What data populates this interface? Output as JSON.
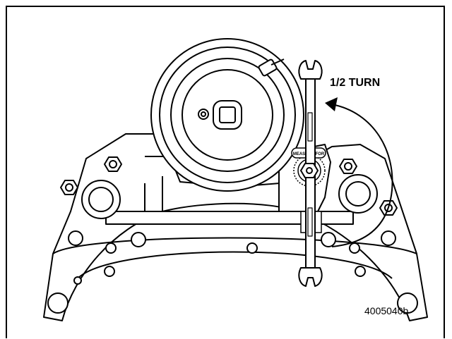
{
  "figure": {
    "turn_label": "1/2 TURN",
    "part_number": "4005040b",
    "indicator_text": "MEASURE FOR"
  },
  "colors": {
    "line": "#000000",
    "background": "#ffffff"
  }
}
